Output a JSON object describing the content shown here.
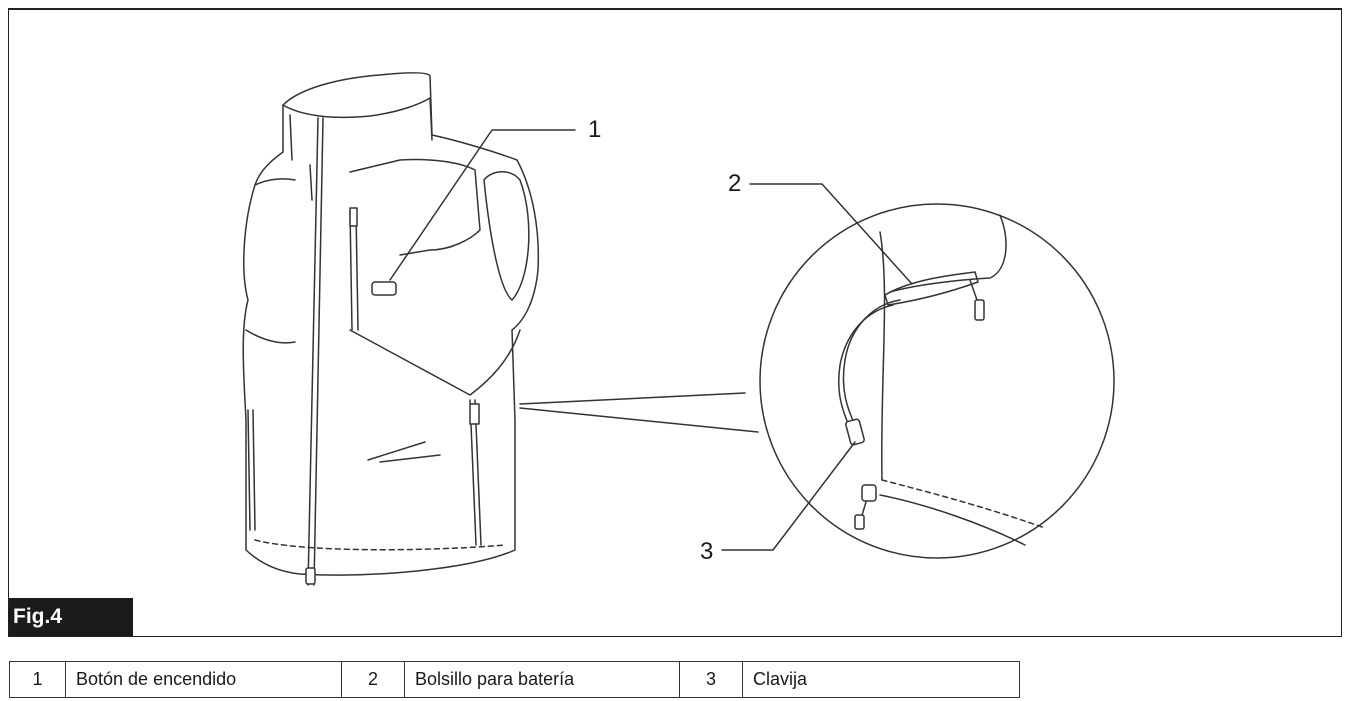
{
  "figure": {
    "label": "Fig.4",
    "callouts": [
      "1",
      "2",
      "3"
    ]
  },
  "legend": [
    {
      "num": "1",
      "text": "Botón de encendido"
    },
    {
      "num": "2",
      "text": "Bolsillo para batería"
    },
    {
      "num": "3",
      "text": "Clavija"
    }
  ]
}
